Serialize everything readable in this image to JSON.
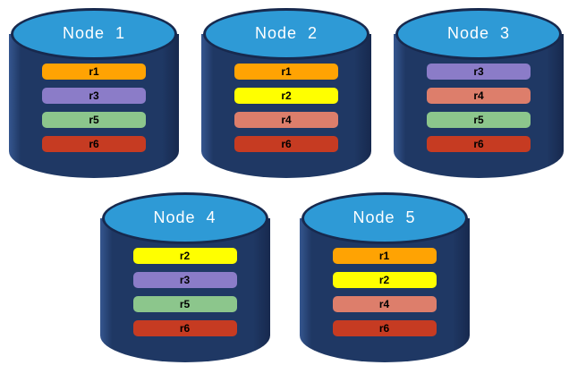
{
  "diagram": {
    "description": "Five database nodes with replicated shards r1-r6 distributed across them",
    "colors": {
      "background": "#FFFFFF",
      "cylinder_body": "#1F3864",
      "cylinder_body_highlight": "#35568F",
      "cylinder_body_shadow": "#17294E",
      "cylinder_top_fill": "#2E9AD6",
      "cylinder_top_border": "#17294E",
      "node_label_text": "#FFFFFF",
      "replica_label_text": "#000000",
      "replica_fills": {
        "r1": "#FFA303",
        "r2": "#FFFF00",
        "r3": "#8B7CC8",
        "r4": "#DD7E6B",
        "r5": "#8CC68C",
        "r6": "#C63B22"
      }
    },
    "nodes": [
      {
        "label": "Node  1",
        "row": 1,
        "replicas": [
          "r1",
          "r3",
          "r5",
          "r6"
        ]
      },
      {
        "label": "Node  2",
        "row": 1,
        "replicas": [
          "r1",
          "r2",
          "r4",
          "r6"
        ]
      },
      {
        "label": "Node  3",
        "row": 1,
        "replicas": [
          "r3",
          "r4",
          "r5",
          "r6"
        ]
      },
      {
        "label": "Node  4",
        "row": 2,
        "replicas": [
          "r2",
          "r3",
          "r5",
          "r6"
        ]
      },
      {
        "label": "Node  5",
        "row": 2,
        "replicas": [
          "r1",
          "r2",
          "r4",
          "r6"
        ]
      }
    ]
  }
}
